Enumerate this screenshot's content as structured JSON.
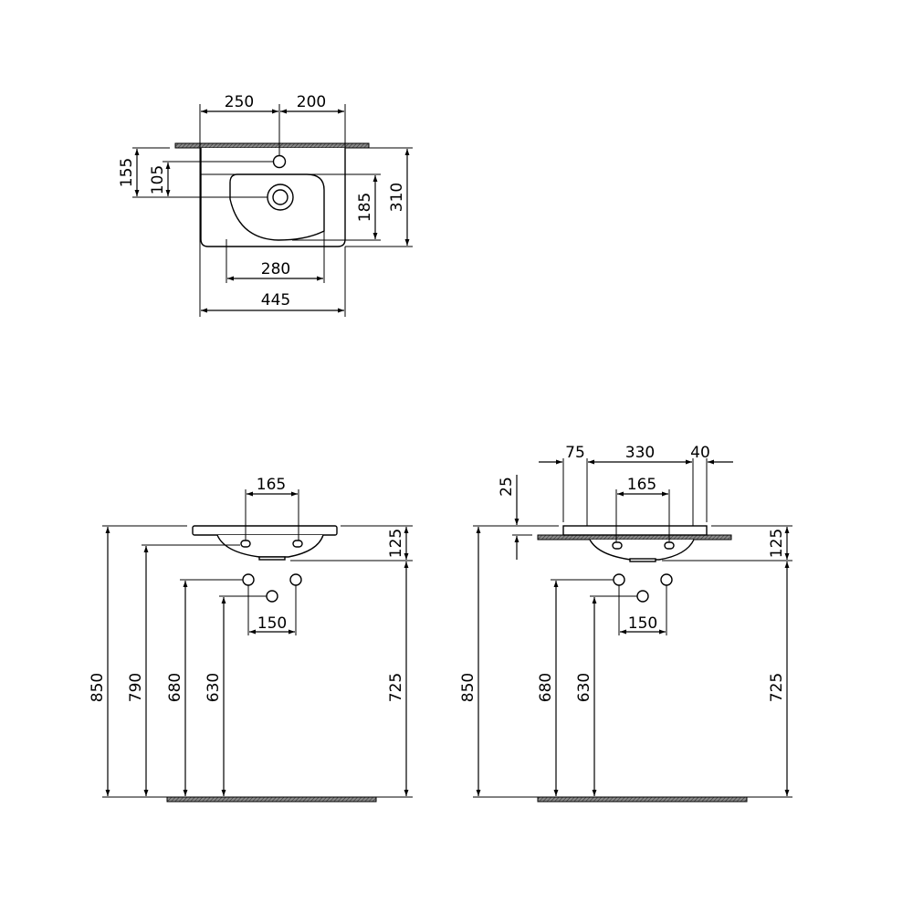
{
  "drawing": {
    "units": "mm",
    "top_view": {
      "dimensions": {
        "tap_from_left": "250",
        "tap_from_right": "200",
        "overall_width": "445",
        "bowl_width": "280",
        "tap_to_wall": "155",
        "tap_to_drain": "105",
        "bowl_depth": "185",
        "overall_depth": "310"
      }
    },
    "front_elevation_left": {
      "dimensions": {
        "overflow_spacing": "165",
        "rim_height": "850",
        "bowl_bottom_height": "790",
        "supply_height": "680",
        "waste_height": "630",
        "basin_depth": "125",
        "under_clearance": "725",
        "supply_spacing": "150"
      }
    },
    "front_elevation_right": {
      "dimensions": {
        "overhang_left": "75",
        "bowl_span": "330",
        "overhang_right": "40",
        "overflow_spacing": "165",
        "rim_thickness": "25",
        "rim_height": "850",
        "supply_height": "680",
        "waste_height": "630",
        "basin_depth": "125",
        "under_clearance": "725",
        "supply_spacing": "150"
      }
    }
  }
}
